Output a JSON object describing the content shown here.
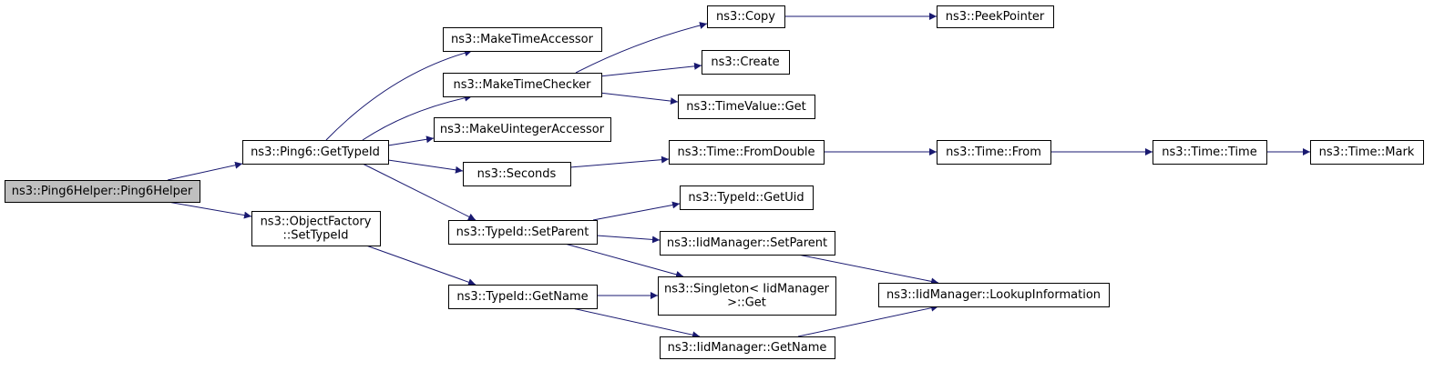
{
  "diagram": {
    "nodes": [
      {
        "id": "n0",
        "lines": [
          "ns3::Ping6Helper::Ping6Helper"
        ]
      },
      {
        "id": "n1",
        "lines": [
          "ns3::Ping6::GetTypeId"
        ]
      },
      {
        "id": "n2",
        "lines": [
          "ns3::ObjectFactory",
          "::SetTypeId"
        ]
      },
      {
        "id": "n3",
        "lines": [
          "ns3::MakeTimeAccessor"
        ]
      },
      {
        "id": "n4",
        "lines": [
          "ns3::MakeTimeChecker"
        ]
      },
      {
        "id": "n5",
        "lines": [
          "ns3::MakeUintegerAccessor"
        ]
      },
      {
        "id": "n6",
        "lines": [
          "ns3::Seconds"
        ]
      },
      {
        "id": "n7",
        "lines": [
          "ns3::TypeId::SetParent"
        ]
      },
      {
        "id": "n8",
        "lines": [
          "ns3::TypeId::GetName"
        ]
      },
      {
        "id": "n9",
        "lines": [
          "ns3::Copy"
        ]
      },
      {
        "id": "n10",
        "lines": [
          "ns3::Create"
        ]
      },
      {
        "id": "n11",
        "lines": [
          "ns3::TimeValue::Get"
        ]
      },
      {
        "id": "n12",
        "lines": [
          "ns3::Time::FromDouble"
        ]
      },
      {
        "id": "n13",
        "lines": [
          "ns3::TypeId::GetUid"
        ]
      },
      {
        "id": "n14",
        "lines": [
          "ns3::IidManager::SetParent"
        ]
      },
      {
        "id": "n15",
        "lines": [
          "ns3::Singleton< IidManager",
          " >::Get"
        ]
      },
      {
        "id": "n16",
        "lines": [
          "ns3::IidManager::GetName"
        ]
      },
      {
        "id": "n17",
        "lines": [
          "ns3::PeekPointer"
        ]
      },
      {
        "id": "n18",
        "lines": [
          "ns3::Time::From"
        ]
      },
      {
        "id": "n19",
        "lines": [
          "ns3::IidManager::LookupInformation"
        ]
      },
      {
        "id": "n20",
        "lines": [
          "ns3::Time::Time"
        ]
      },
      {
        "id": "n21",
        "lines": [
          "ns3::Time::Mark"
        ]
      }
    ],
    "edges": [
      [
        "n0",
        "n1"
      ],
      [
        "n0",
        "n2"
      ],
      [
        "n1",
        "n3"
      ],
      [
        "n1",
        "n4"
      ],
      [
        "n1",
        "n5"
      ],
      [
        "n1",
        "n6"
      ],
      [
        "n1",
        "n7"
      ],
      [
        "n2",
        "n8"
      ],
      [
        "n4",
        "n9"
      ],
      [
        "n4",
        "n10"
      ],
      [
        "n4",
        "n11"
      ],
      [
        "n6",
        "n12"
      ],
      [
        "n7",
        "n13"
      ],
      [
        "n7",
        "n14"
      ],
      [
        "n7",
        "n15"
      ],
      [
        "n8",
        "n15"
      ],
      [
        "n8",
        "n16"
      ],
      [
        "n9",
        "n17"
      ],
      [
        "n12",
        "n18"
      ],
      [
        "n14",
        "n19"
      ],
      [
        "n16",
        "n19"
      ],
      [
        "n18",
        "n20"
      ],
      [
        "n20",
        "n21"
      ]
    ],
    "colors": {
      "edge": "#191970",
      "root_fill": "#bfbfbf",
      "node_fill": "#ffffff",
      "border": "#000000"
    }
  }
}
